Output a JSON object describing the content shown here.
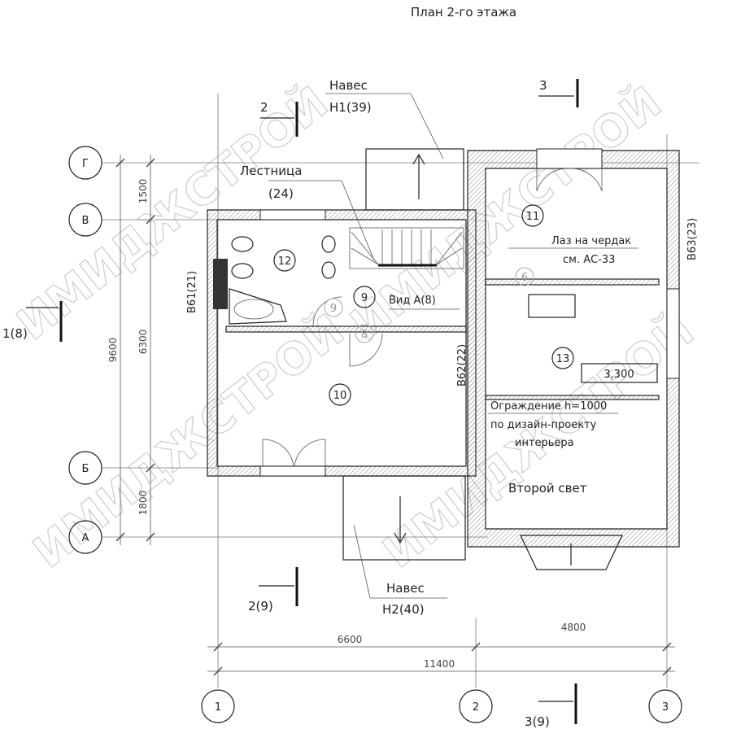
{
  "title": "План 2-го этажа",
  "watermark": "ИМИДЖСТРОЙ",
  "axes": {
    "rows": [
      "Г",
      "В",
      "Б",
      "А"
    ],
    "cols": [
      "1",
      "2",
      "3"
    ]
  },
  "dimensions": {
    "left_total": "9600",
    "left_parts": [
      "1500",
      "6300",
      "1800"
    ],
    "bottom_parts": [
      "6600",
      "4800"
    ],
    "bottom_total": "11400"
  },
  "sections": {
    "s2_top": "2",
    "s3_top": "3",
    "s1_left": "1(8)",
    "s2_bottom": "2(9)",
    "s3_bottom": "3(9)"
  },
  "canopy_top": {
    "name": "Навес",
    "code": "Н1(39)"
  },
  "canopy_bottom": {
    "name": "Навес",
    "code": "Н2(40)"
  },
  "stair": {
    "name": "Лестница",
    "code": "(24)"
  },
  "rooms": [
    "12",
    "9",
    "10",
    "11",
    "13"
  ],
  "door_marks": [
    "9",
    "8",
    "6"
  ],
  "view_label": "Вид А(8)",
  "hatch_label": {
    "line1": "Лаз на чердак",
    "line2": "см. АС-33"
  },
  "level_mark": "3,300",
  "railing_note": {
    "line1": "Ограждение h=1000",
    "line2": "по дизайн-проекту",
    "line3": "интерьера"
  },
  "second_light": "Второй свет",
  "walls": {
    "w1": "В61(21)",
    "w2": "В62(22)",
    "w3": "В63(23)"
  }
}
